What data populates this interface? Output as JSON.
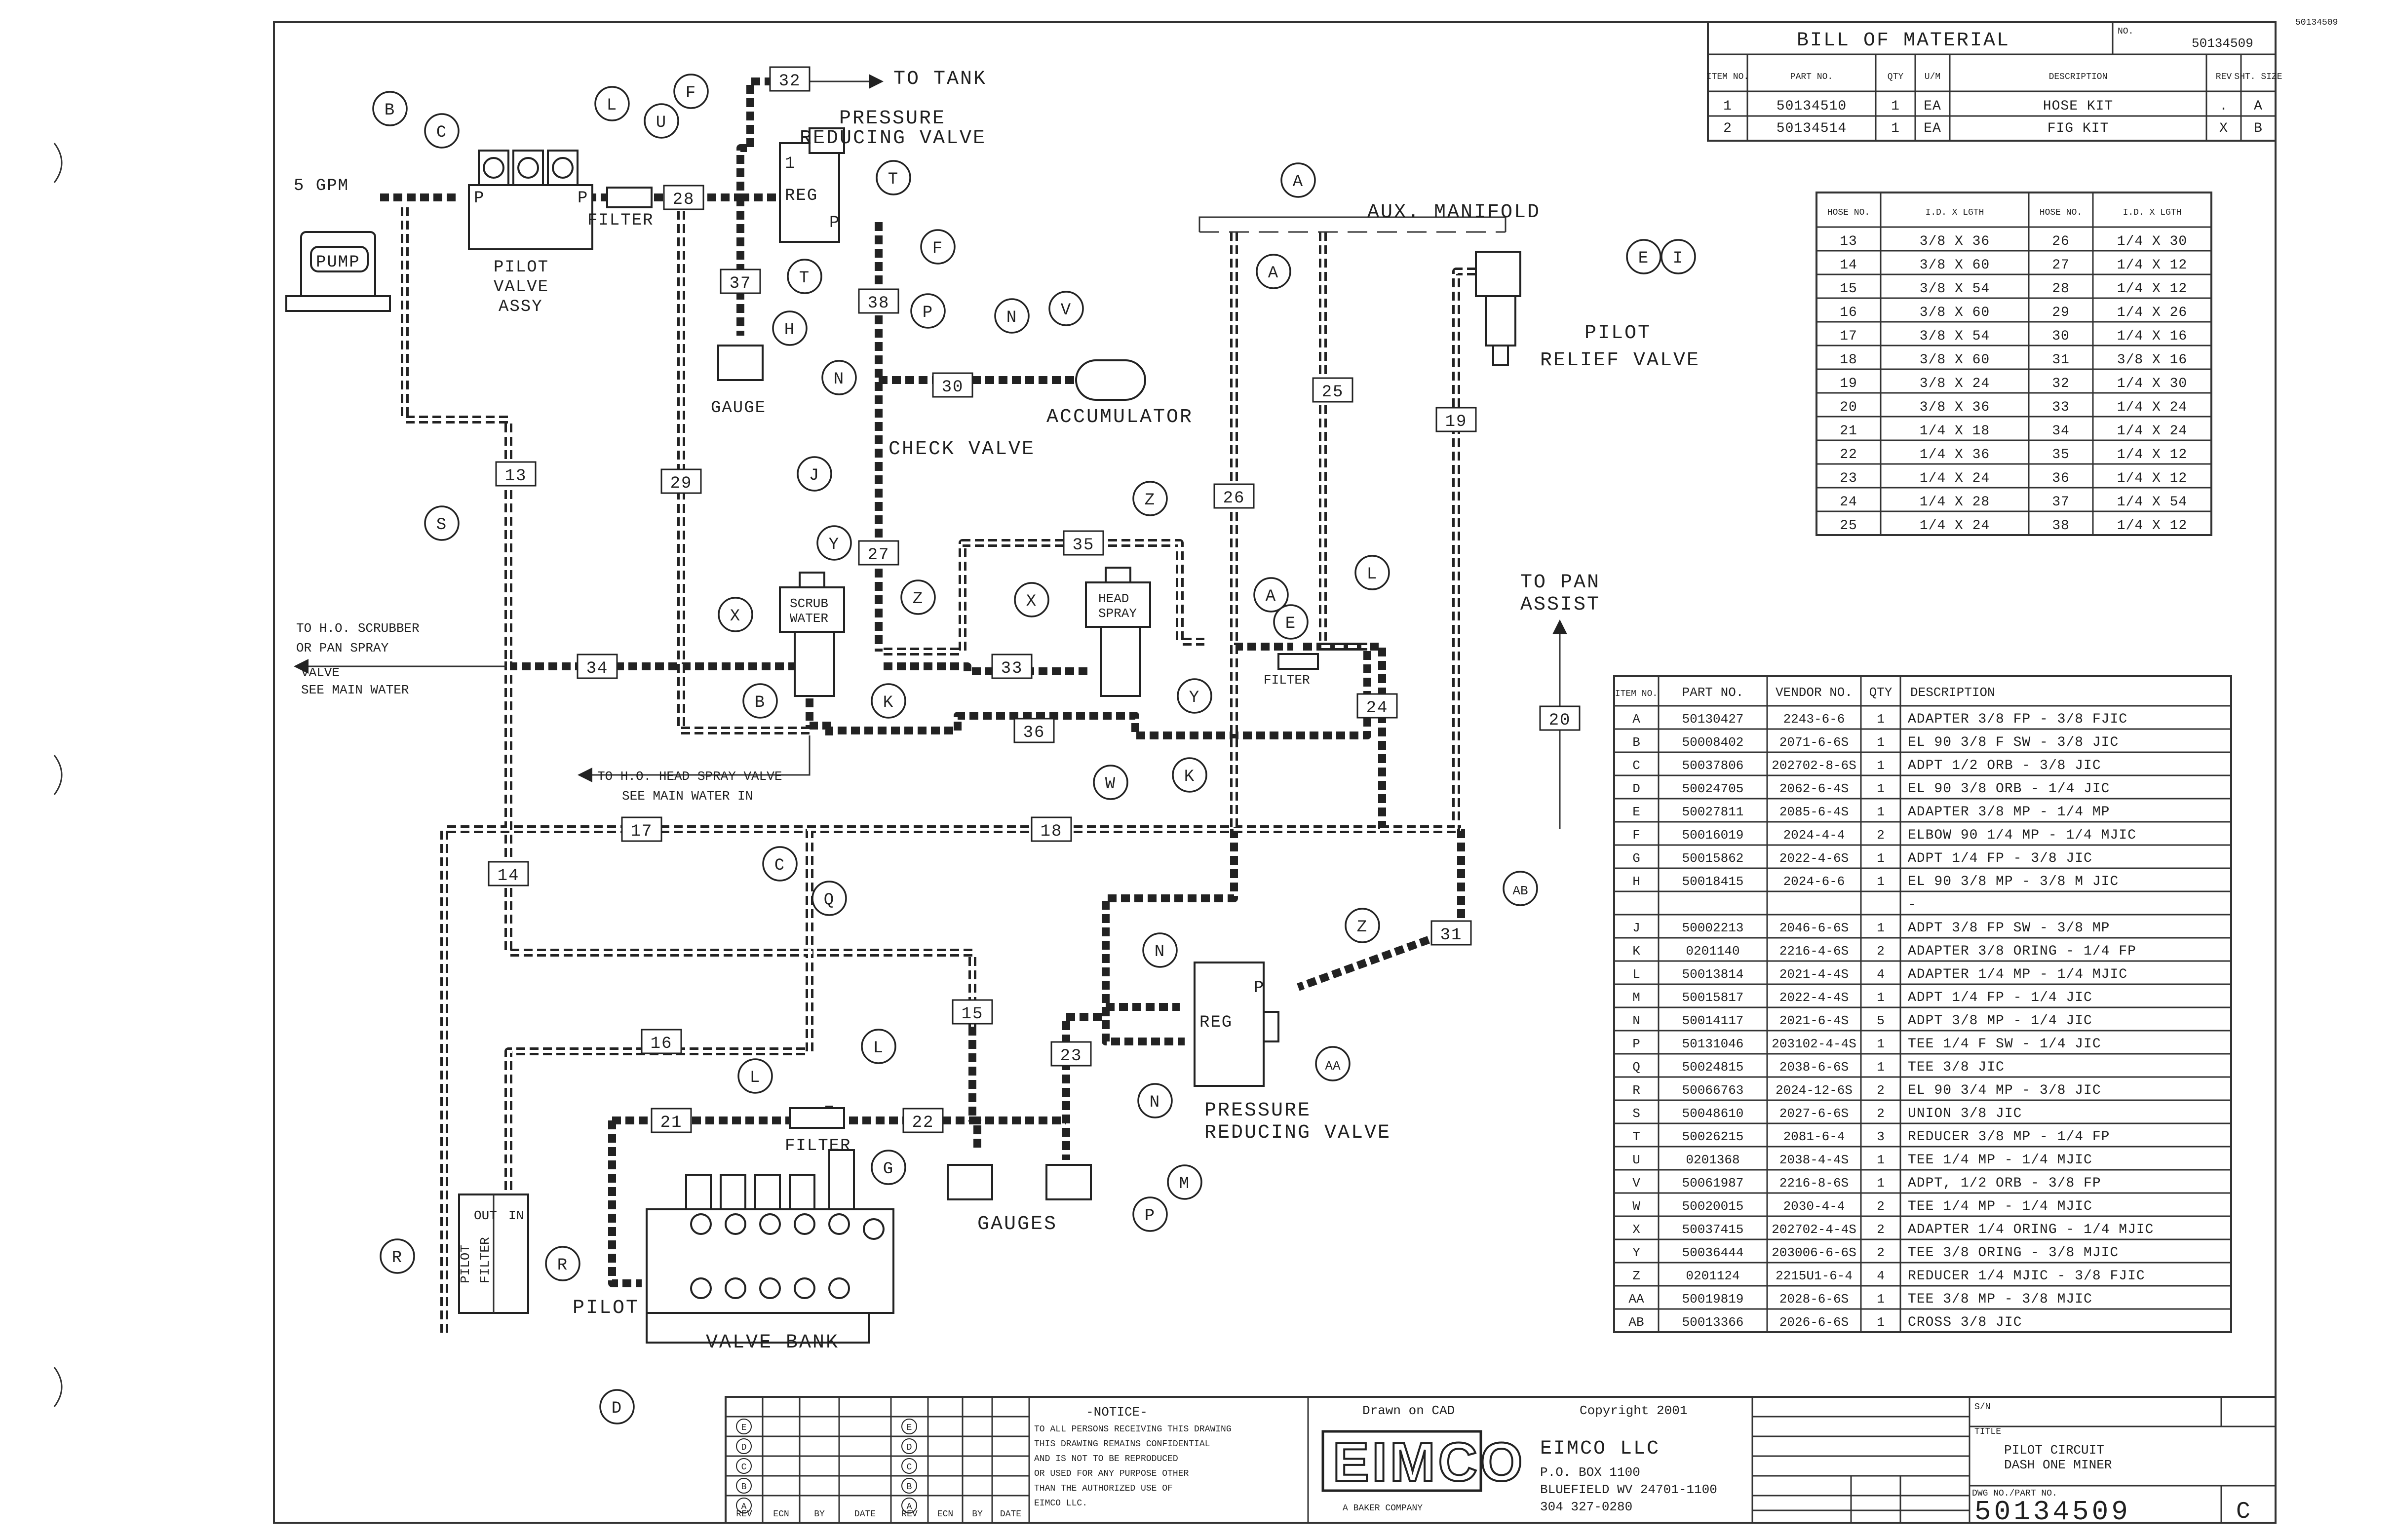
{
  "title_block": {
    "company": "EIMCO LLC",
    "address": [
      "P.O. BOX 1100",
      "BLUEFIELD WV 24701-1100",
      "304 327-0280"
    ],
    "logo_text": "EIMCO",
    "logo_sub": "A BAKER COMPANY",
    "notice_title": "-NOTICE-",
    "notice_text": [
      "TO ALL PERSONS RECEIVING THIS DRAWING",
      "THIS DRAWING REMAINS CONFIDENTIAL",
      "AND IS NOT TO BE REPRODUCED",
      "OR USED FOR ANY PURPOSE OTHER",
      "THAN THE AUTHORIZED USE OF",
      "EIMCO LLC."
    ],
    "drawn_on": "Drawn on CAD",
    "copyright": "Copyright 2001",
    "title_label": "TITLE",
    "title_text": [
      "PILOT CIRCUIT",
      "DASH ONE MINER"
    ],
    "model_label": "S/N",
    "dwg_no_label": "DWG NO./PART NO.",
    "dwg_no": "50134509",
    "sheet": "C",
    "doc_number_top": "50134509",
    "corner_id": "50134509",
    "rev_headers": [
      "REV",
      "ECN",
      "BY",
      "DATE",
      "REV",
      "ECN",
      "BY",
      "DATE"
    ],
    "rev_letters": [
      "E",
      "D",
      "C",
      "B",
      "A"
    ]
  },
  "bom": {
    "title": "BILL OF MATERIAL",
    "number_label": "NO.",
    "number": "50134509",
    "headers": [
      "ITEM NO.",
      "PART NO.",
      "QTY",
      "U/M",
      "DESCRIPTION",
      "REV",
      "SHT. SIZE"
    ],
    "rows": [
      [
        "1",
        "50134510",
        "1",
        "EA",
        "HOSE KIT",
        ".",
        "A"
      ],
      [
        "2",
        "50134514",
        "1",
        "EA",
        "FIG KIT",
        "X",
        "B"
      ]
    ]
  },
  "hose_table": {
    "headers": [
      "HOSE NO.",
      "I.D. X LGTH",
      "HOSE NO.",
      "I.D. X LGTH"
    ],
    "rows": [
      [
        "13",
        "3/8 X 36",
        "26",
        "1/4 X 30"
      ],
      [
        "14",
        "3/8 X 60",
        "27",
        "1/4 X 12"
      ],
      [
        "15",
        "3/8 X 54",
        "28",
        "1/4 X 12"
      ],
      [
        "16",
        "3/8 X 60",
        "29",
        "1/4 X 26"
      ],
      [
        "17",
        "3/8 X 54",
        "30",
        "1/4 X 16"
      ],
      [
        "18",
        "3/8 X 60",
        "31",
        "3/8 X 16"
      ],
      [
        "19",
        "3/8 X 24",
        "32",
        "1/4 X 30"
      ],
      [
        "20",
        "3/8 X 36",
        "33",
        "1/4 X 24"
      ],
      [
        "21",
        "1/4 X 18",
        "34",
        "1/4 X 24"
      ],
      [
        "22",
        "1/4 X 36",
        "35",
        "1/4 X 12"
      ],
      [
        "23",
        "1/4 X 24",
        "36",
        "1/4 X 12"
      ],
      [
        "24",
        "1/4 X 28",
        "37",
        "1/4 X 54"
      ],
      [
        "25",
        "1/4 X 24",
        "38",
        "1/4 X 12"
      ]
    ]
  },
  "parts": {
    "headers": [
      "ITEM NO.",
      "PART NO.",
      "VENDOR NO.",
      "QTY",
      "DESCRIPTION"
    ],
    "rows": [
      [
        "A",
        "50130427",
        "2243-6-6",
        "1",
        "ADAPTER 3/8 FP - 3/8 FJIC"
      ],
      [
        "B",
        "50008402",
        "2071-6-6S",
        "1",
        "EL 90 3/8 F SW - 3/8 JIC"
      ],
      [
        "C",
        "50037806",
        "202702-8-6S",
        "1",
        "ADPT 1/2 ORB - 3/8 JIC"
      ],
      [
        "D",
        "50024705",
        "2062-6-4S",
        "1",
        "EL 90 3/8 ORB - 1/4 JIC"
      ],
      [
        "E",
        "50027811",
        "2085-6-4S",
        "1",
        "ADAPTER 3/8 MP - 1/4 MP"
      ],
      [
        "F",
        "50016019",
        "2024-4-4",
        "2",
        "ELBOW 90 1/4 MP - 1/4 MJIC"
      ],
      [
        "G",
        "50015862",
        "2022-4-6S",
        "1",
        "ADPT 1/4 FP - 3/8 JIC"
      ],
      [
        "H",
        "50018415",
        "2024-6-6",
        "1",
        "EL 90 3/8 MP - 3/8 M JIC"
      ],
      [
        "",
        "",
        "",
        "",
        "-"
      ],
      [
        "J",
        "50002213",
        "2046-6-6S",
        "1",
        "ADPT 3/8 FP SW - 3/8 MP"
      ],
      [
        "K",
        "0201140",
        "2216-4-6S",
        "2",
        "ADAPTER 3/8 ORING - 1/4 FP"
      ],
      [
        "L",
        "50013814",
        "2021-4-4S",
        "4",
        "ADAPTER 1/4 MP - 1/4 MJIC"
      ],
      [
        "M",
        "50015817",
        "2022-4-4S",
        "1",
        "ADPT 1/4 FP - 1/4 JIC"
      ],
      [
        "N",
        "50014117",
        "2021-6-4S",
        "5",
        "ADPT 3/8 MP - 1/4 JIC"
      ],
      [
        "P",
        "50131046",
        "203102-4-4S",
        "1",
        "TEE 1/4 F SW - 1/4 JIC"
      ],
      [
        "Q",
        "50024815",
        "2038-6-6S",
        "1",
        "TEE 3/8 JIC"
      ],
      [
        "R",
        "50066763",
        "2024-12-6S",
        "2",
        "EL 90 3/4 MP - 3/8 JIC"
      ],
      [
        "S",
        "50048610",
        "2027-6-6S",
        "2",
        "UNION 3/8 JIC"
      ],
      [
        "T",
        "50026215",
        "2081-6-4",
        "3",
        "REDUCER 3/8 MP - 1/4 FP"
      ],
      [
        "U",
        "0201368",
        "2038-4-4S",
        "1",
        "TEE 1/4 MP - 1/4 MJIC"
      ],
      [
        "V",
        "50061987",
        "2216-8-6S",
        "1",
        "ADPT, 1/2 ORB - 3/8 FP"
      ],
      [
        "W",
        "50020015",
        "2030-4-4",
        "2",
        "TEE 1/4 MP - 1/4 MJIC"
      ],
      [
        "X",
        "50037415",
        "202702-4-4S",
        "2",
        "ADAPTER 1/4 ORING - 1/4 MJIC"
      ],
      [
        "Y",
        "50036444",
        "203006-6-6S",
        "2",
        "TEE 3/8 ORING - 3/8 MJIC"
      ],
      [
        "Z",
        "0201124",
        "2215U1-6-4",
        "4",
        "REDUCER 1/4 MJIC - 3/8 FJIC"
      ],
      [
        "AA",
        "50019819",
        "2028-6-6S",
        "1",
        "TEE 3/8 MP - 3/8 MJIC"
      ],
      [
        "AB",
        "50013366",
        "2026-6-6S",
        "1",
        "CROSS 3/8 JIC"
      ]
    ]
  },
  "labels": {
    "to_tank": "TO TANK",
    "prv_top": [
      "PRESSURE",
      "REDUCING VALVE"
    ],
    "gpm": "5 GPM",
    "pump": "PUMP",
    "pilot_valve": [
      "PILOT",
      "VALVE",
      "ASSY"
    ],
    "filter": "FILTER",
    "reg": "REG",
    "gauge": "GAUGE",
    "accumulator": "ACCUMULATOR",
    "check_valve": "CHECK VALVE",
    "aux_manifold": "AUX. MANIFOLD",
    "pilot_relief": [
      "PILOT",
      "RELIEF VALVE"
    ],
    "to_pan_assist": [
      "TO PAN",
      "ASSIST"
    ],
    "to_scrubber": [
      "TO H.O. SCRUBBER",
      "OR PAN SPRAY",
      "VALVE",
      "SEE MAIN WATER"
    ],
    "scrub_water": [
      "SCRUB",
      "WATER"
    ],
    "head_spray": [
      "HEAD",
      "SPRAY"
    ],
    "to_head_spray": [
      "TO H.O. HEAD SPRAY VALVE",
      "SEE MAIN WATER IN"
    ],
    "prv_bottom": [
      "PRESSURE",
      "REDUCING VALVE"
    ],
    "gauges": "GAUGES",
    "pilot_filter": [
      "PILOT",
      "FILTER"
    ],
    "pilot": "PILOT",
    "valve_bank": "VALVE BANK",
    "in": "IN",
    "out": "OUT",
    "p": "P"
  },
  "hose_tags": [
    "32",
    "28",
    "37",
    "38",
    "30",
    "29",
    "13",
    "27",
    "35",
    "26",
    "25",
    "19",
    "34",
    "33",
    "36",
    "24",
    "20",
    "17",
    "18",
    "14",
    "15",
    "16",
    "21",
    "22",
    "23",
    "31"
  ],
  "callouts": [
    "B",
    "C",
    "L",
    "U",
    "F",
    "T",
    "T",
    "F",
    "H",
    "P",
    "N",
    "V",
    "N",
    "A",
    "A",
    "E",
    "I",
    "J",
    "S",
    "Z",
    "Y",
    "X",
    "Z",
    "X",
    "Y",
    "A",
    "E",
    "L",
    "B",
    "K",
    "W",
    "K",
    "C",
    "Q",
    "AB",
    "Z",
    "N",
    "AA",
    "N",
    "L",
    "L",
    "G",
    "M",
    "P",
    "R",
    "R",
    "D"
  ],
  "colors": {
    "ink": "#1f1f1f",
    "paper": "#ffffff"
  }
}
